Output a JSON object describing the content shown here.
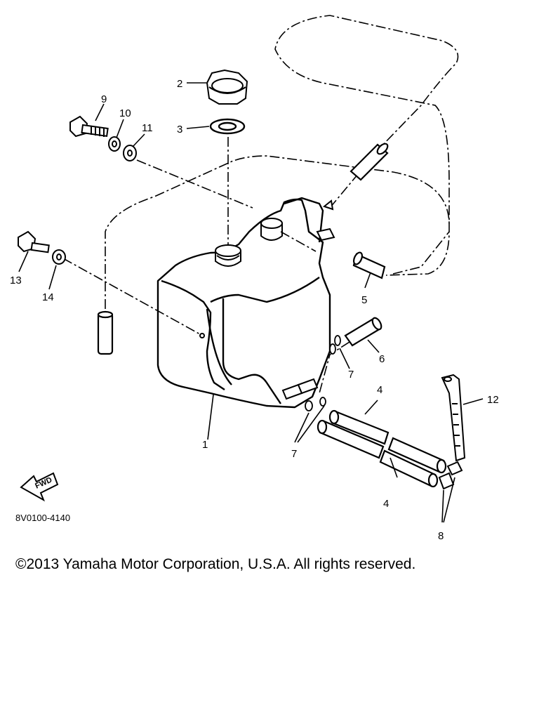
{
  "diagram": {
    "callouts": {
      "tank": "1",
      "cap": "2",
      "gasket": "3",
      "hose_long_upper": "4",
      "hose_long_lower": "4",
      "hose_5": "5",
      "hose_6": "6",
      "clip_right": "7",
      "clip_lower": "7",
      "clamp": "8",
      "bolt_upper": "9",
      "washer_10": "10",
      "washer_11": "11",
      "tie_strap": "12",
      "bolt_lower": "13",
      "washer_14": "14"
    },
    "fwd_label": "FWD",
    "figure_code": "8V0100-4140"
  },
  "footer": {
    "copyright": "©2013 Yamaha Motor Corporation, U.S.A. All rights reserved."
  }
}
